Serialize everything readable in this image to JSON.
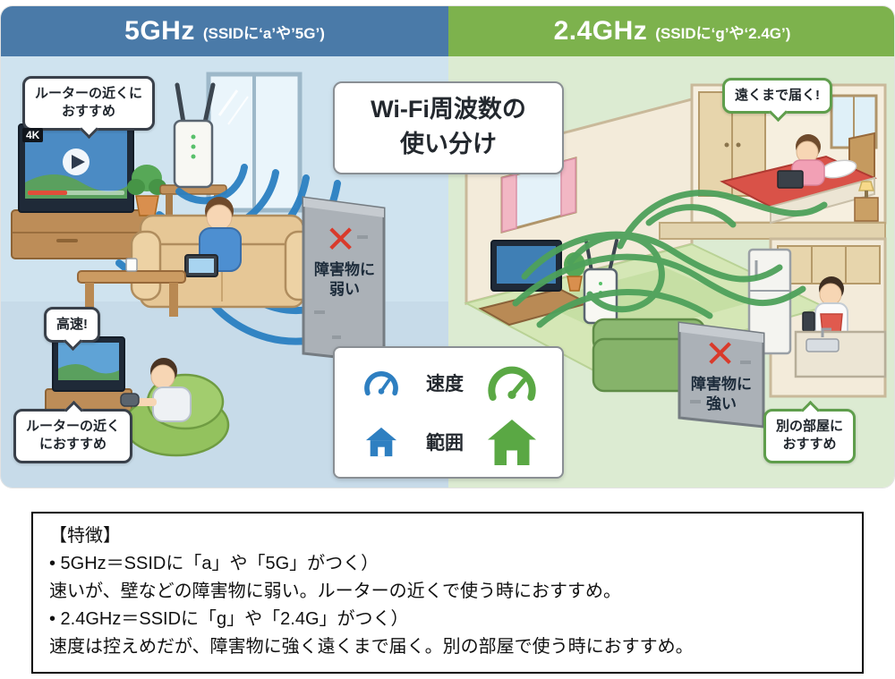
{
  "colors": {
    "blue_accent": "#4a7aa8",
    "green_accent": "#7db24d",
    "wave_blue": "#2b80c2",
    "wave_green": "#4ea15b",
    "error_red": "#d93a2b"
  },
  "left_panel": {
    "title": "5GHz",
    "subtitle": "(SSIDに‘a’や’5G’)",
    "bubble_top": "ルーターの近くに\nおすすめ",
    "bubble_fast": "高速!",
    "bubble_bottom": "ルーターの近く\nにおすすめ",
    "wall_cross": "✕",
    "wall_label": "障害物に\n弱い",
    "tv_badge": "4K"
  },
  "right_panel": {
    "title": "2.4GHz",
    "subtitle": "(SSIDに‘g’や‘2.4G’)",
    "bubble_top": "遠くまで届く!",
    "bubble_bottom": "別の部屋に\nおすすめ",
    "wall_cross": "✕",
    "wall_label": "障害物に\n強い"
  },
  "center": {
    "title_line1": "Wi-Fi周波数の",
    "title_line2": "使い分け",
    "speed_label": "速度",
    "range_label": "範囲"
  },
  "features": {
    "heading": "【特徴】",
    "lines": [
      "• 5GHz＝SSIDに「a」や「5G」がつく）",
      "速いが、壁などの障害物に弱い。ルーターの近くで使う時におすすめ。",
      "• 2.4GHz＝SSIDに「g」や「2.4G」がつく）",
      "速度は控えめだが、障害物に強く遠くまで届く。別の部屋で使う時におすすめ。"
    ]
  }
}
